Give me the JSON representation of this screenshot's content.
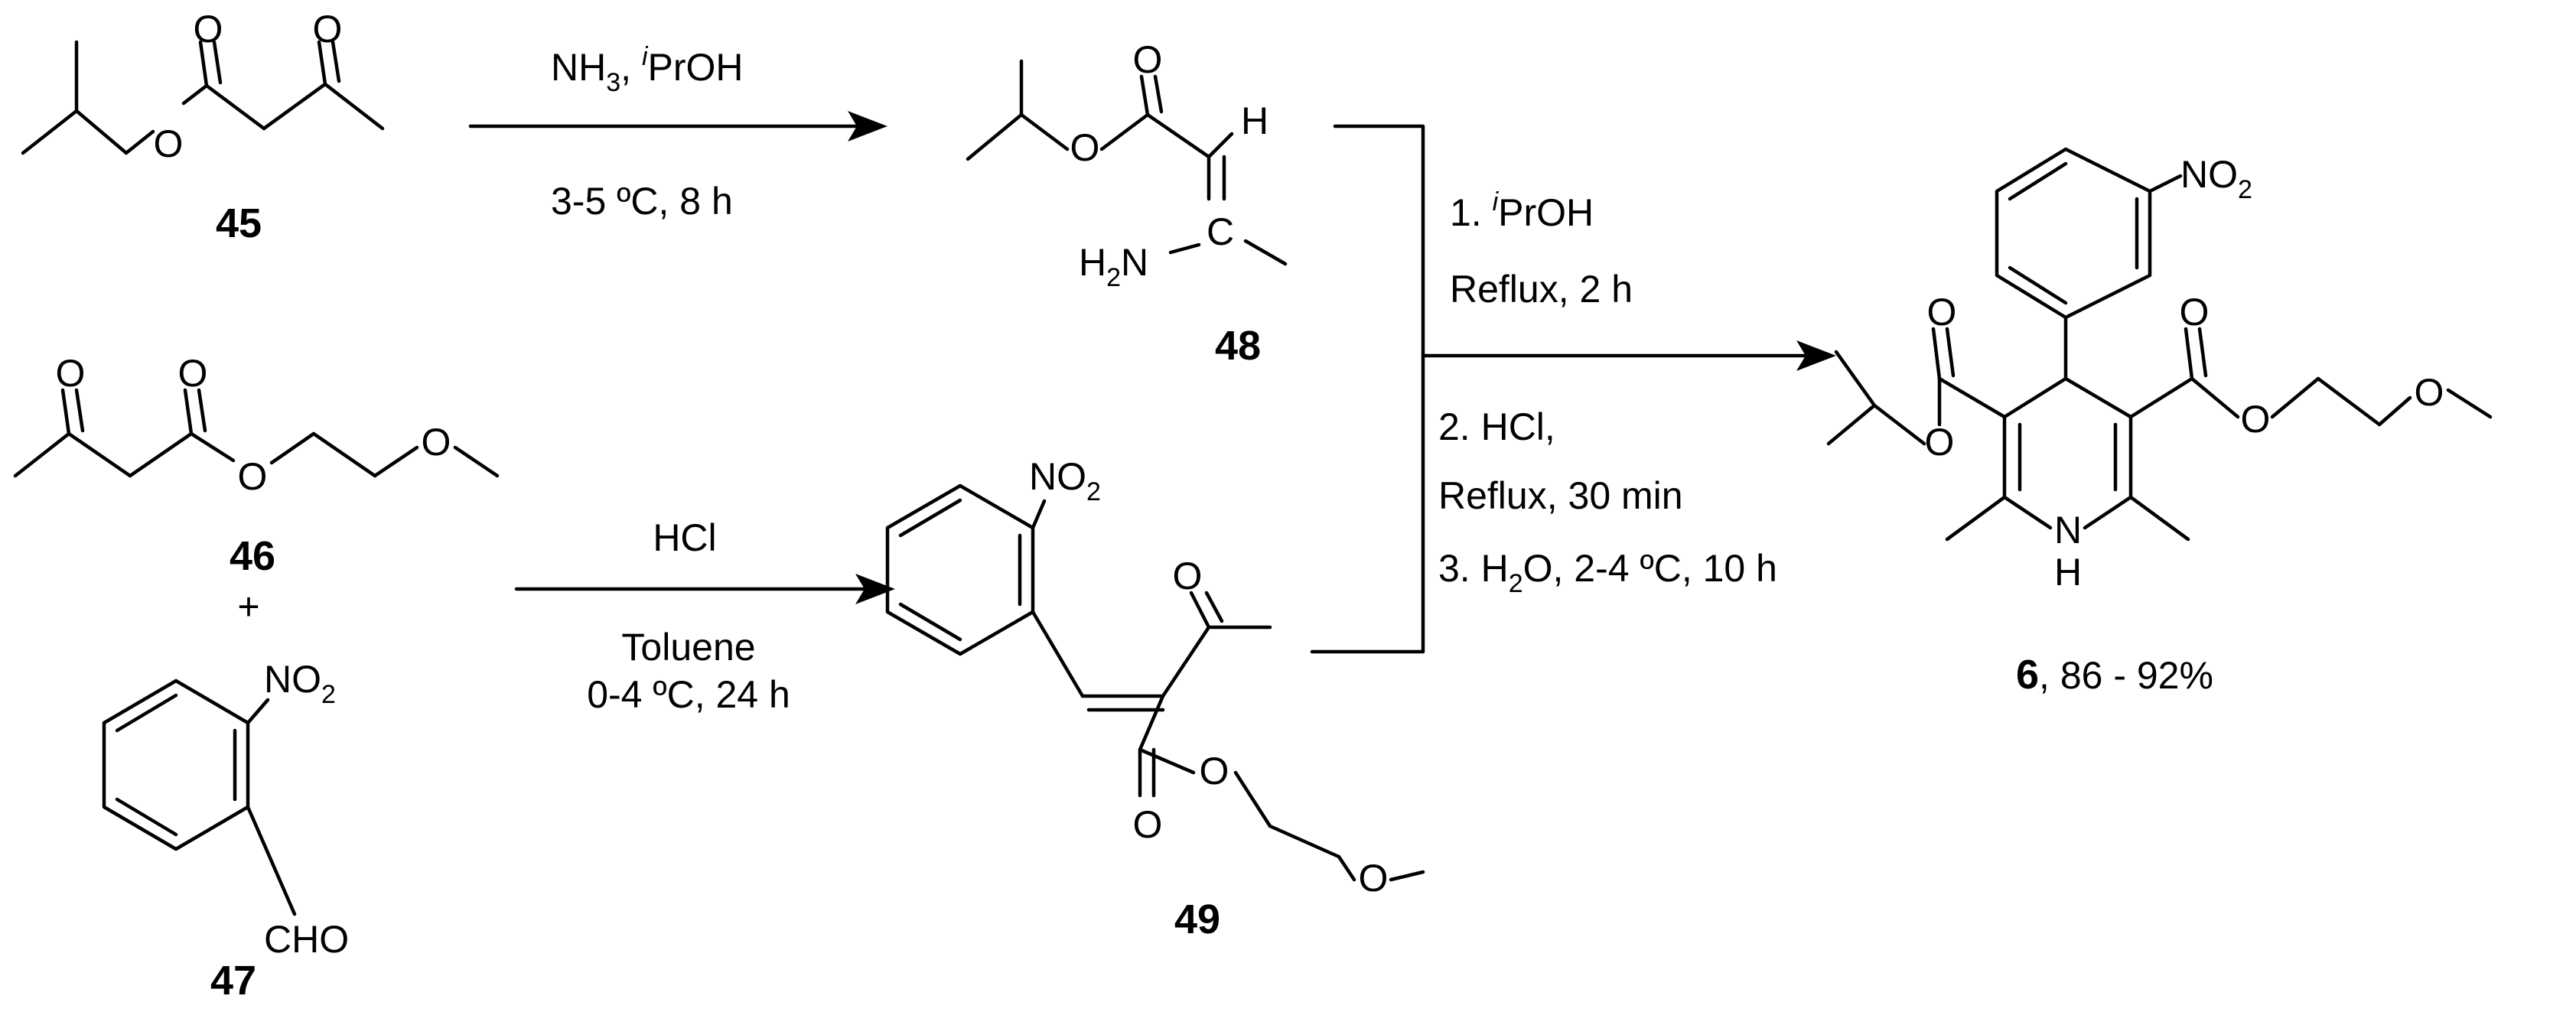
{
  "compounds": {
    "c45": "45",
    "c46": "46",
    "c47": "47",
    "c48": "48",
    "c49": "49",
    "c6": "6"
  },
  "plus_sign": "+",
  "reaction1": {
    "reagent_prefix": "NH",
    "reagent_sub": "3",
    "reagent_sep": ", ",
    "reagent_sup": "i",
    "reagent_suffix": "PrOH",
    "conditions": "3-5 ºC, 8 h"
  },
  "reaction2": {
    "reagent": "HCl",
    "solvent": "Toluene",
    "conditions": "0-4 ºC, 24 h"
  },
  "reaction3": {
    "step1_num": "1. ",
    "step1_sup": "i",
    "step1_text": "PrOH",
    "step1_cond": "Reflux, 2 h",
    "step2_text": "2. HCl,",
    "step2_cond": "Reflux, 30 min",
    "step3_prefix": "3. H",
    "step3_sub": "2",
    "step3_suffix": "O, 2-4 ºC, 10 h"
  },
  "product_yield": ", 86 - 92%",
  "atoms": {
    "O": "O",
    "H": "H",
    "C": "C",
    "N": "N",
    "NO": "NO",
    "two": "2",
    "CHO": "CHO",
    "H2N_H": "H",
    "H2N_2": "2",
    "H2N_N": "N"
  }
}
